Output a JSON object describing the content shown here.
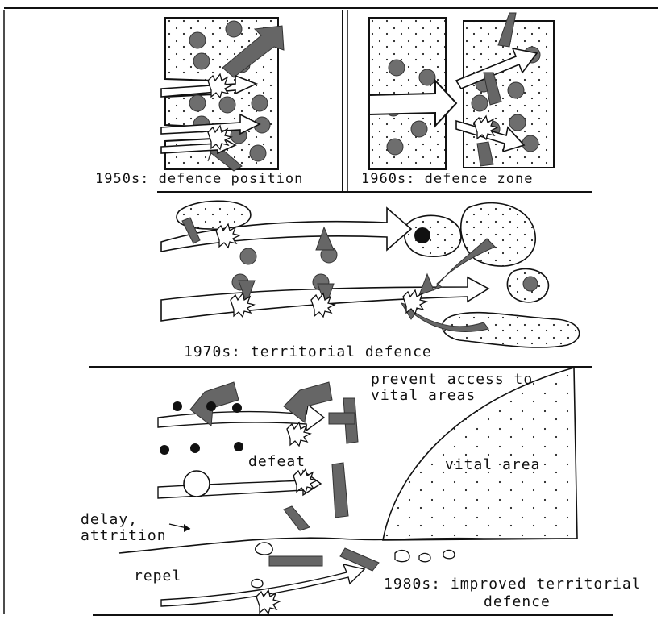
{
  "panels": {
    "p1950": {
      "caption": "1950s: defence position"
    },
    "p1960": {
      "caption": "1960s: defence zone"
    },
    "p1970": {
      "caption": "1970s: territorial defence"
    },
    "p1980": {
      "caption_line1": "1980s: improved territorial",
      "caption_line2": "defence",
      "prevent_line1": "prevent access to",
      "prevent_line2": "vital areas",
      "vital_area": "vital area",
      "defeat": "defeat",
      "delay_line1": "delay,",
      "delay_line2": "attrition",
      "repel": "repel"
    }
  },
  "colors": {
    "ink": "#111111",
    "grey": "#6e6e6e",
    "paper": "#ffffff"
  }
}
